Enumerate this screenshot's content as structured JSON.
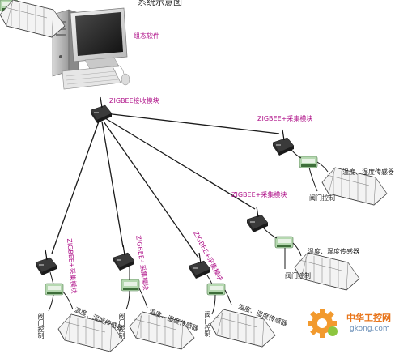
{
  "title": "系统示意图",
  "labels": {
    "config_software": "组态软件",
    "receiver": "ZIGBEE接收模块",
    "collector": "ZIGBEE+采集模块",
    "sensor": "温度、湿度传感器",
    "valve": "阀门控制"
  },
  "watermark": {
    "cn": "中华工控网",
    "domain": "gkong.com"
  },
  "colors": {
    "label_magenta": "#b0148a",
    "link_line": "#1a1a1a",
    "watermark_orange": "#e8741a"
  }
}
